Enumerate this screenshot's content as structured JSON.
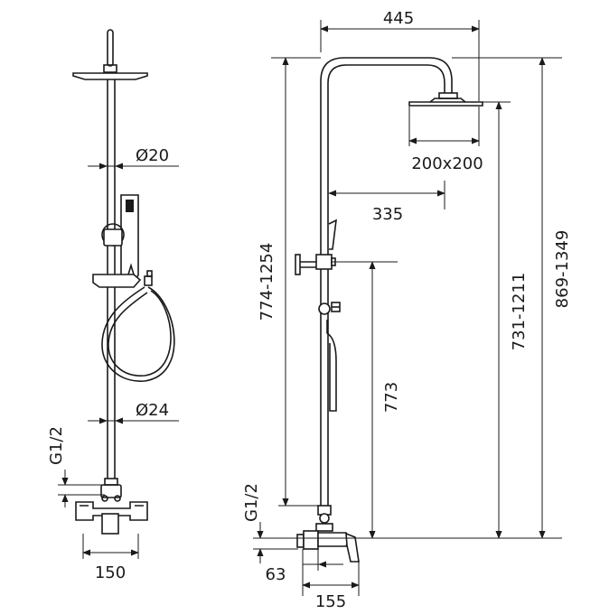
{
  "dimensions": {
    "pipe_diameter": "Ø20",
    "hose_diameter": "Ø24",
    "thread_left": "G1/2",
    "thread_right": "G1/2",
    "mixer_width": "150",
    "arm_length": "445",
    "head_size": "200x200",
    "head_offset": "335",
    "height_range_left": "774-1254",
    "holder_height": "773",
    "head_height_range": "731-1211",
    "total_height_range": "869-1349",
    "offset_63": "63",
    "mixer_depth": "155"
  },
  "colors": {
    "line": "#1a1a1a",
    "background": "#ffffff"
  }
}
